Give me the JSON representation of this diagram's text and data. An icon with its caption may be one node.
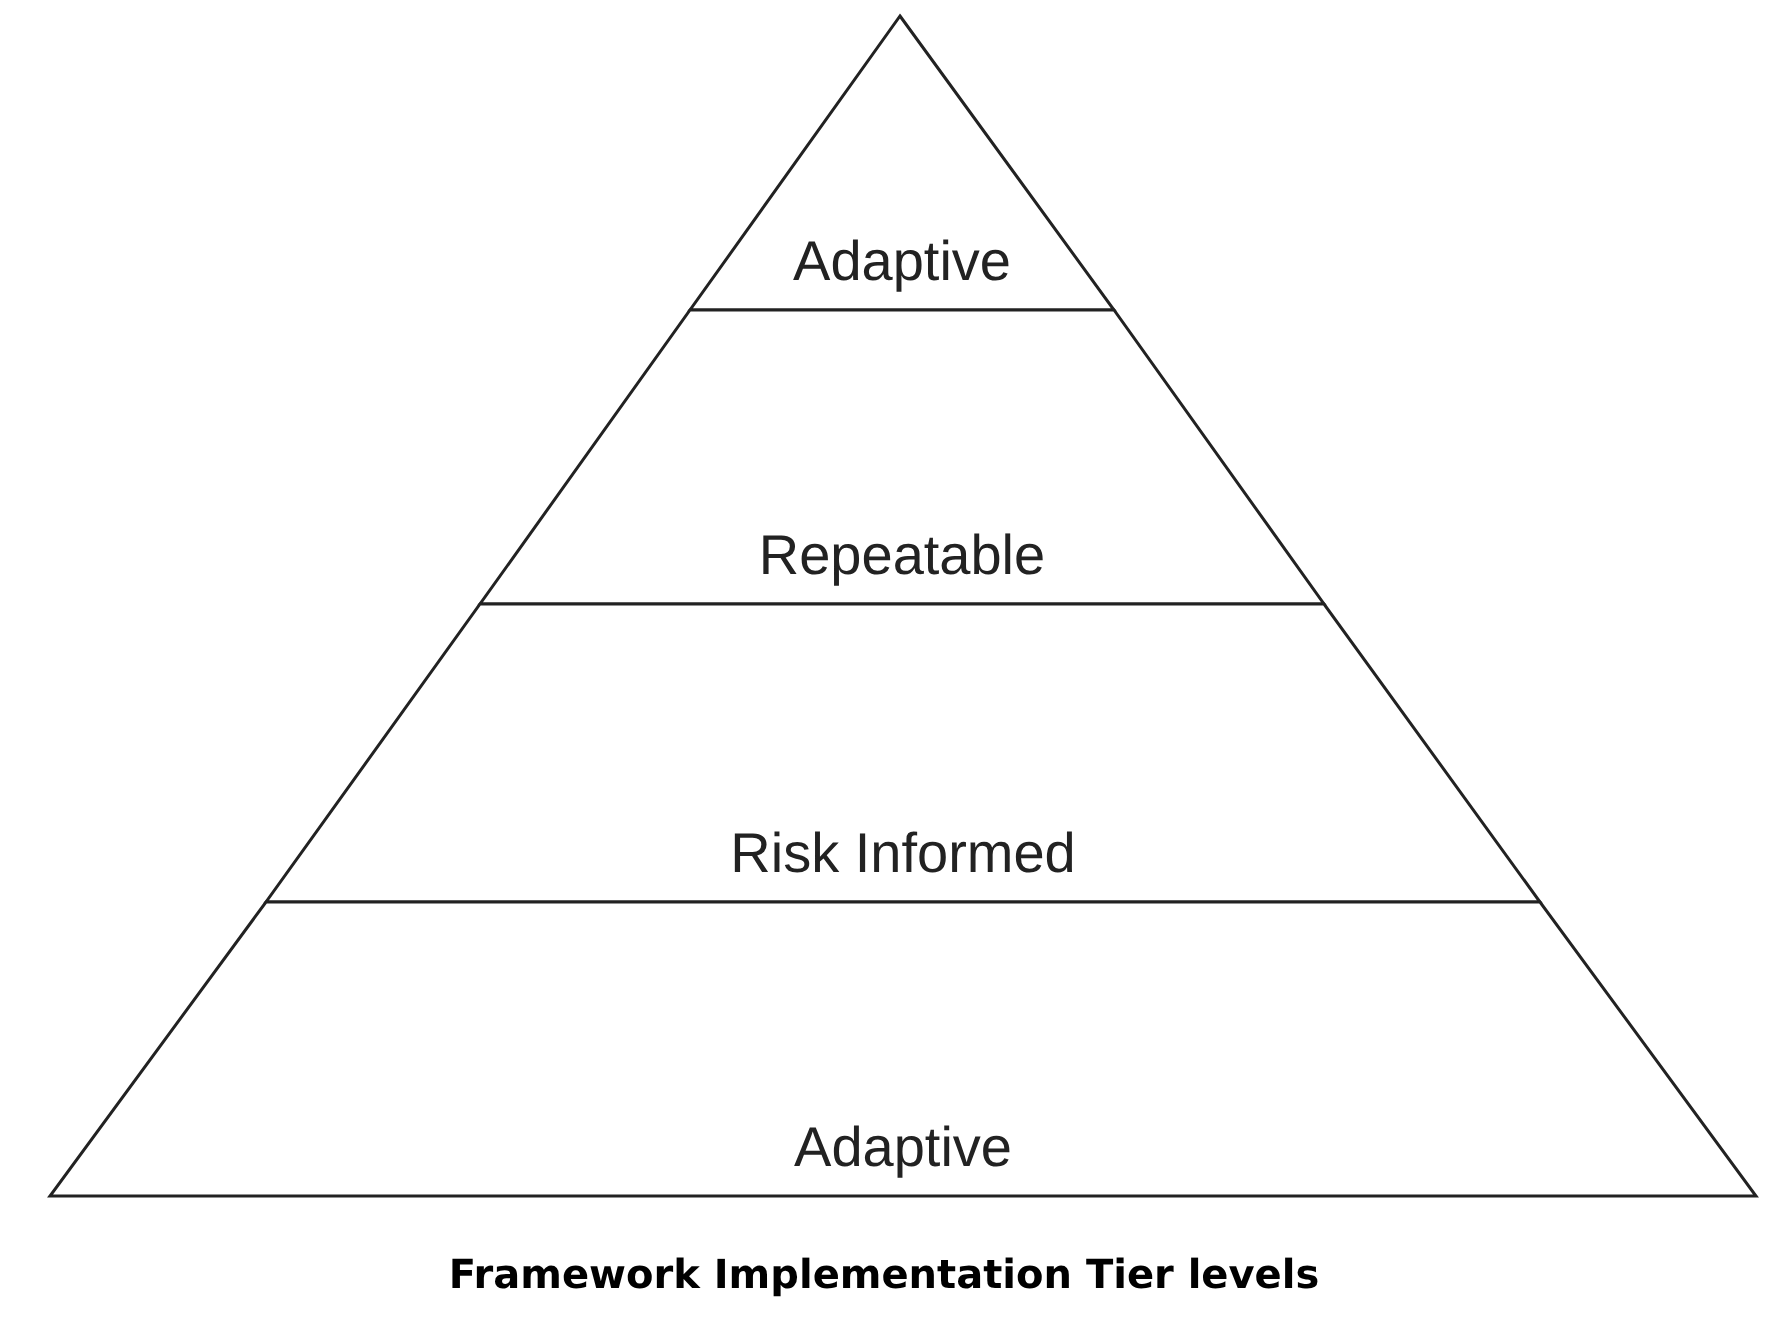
{
  "diagram": {
    "caption": "Framework Implementation Tier levels",
    "nodes": [
      {
        "text": [
          "Adaptive"
        ]
      },
      {
        "text": [
          "Repeatable"
        ]
      },
      {
        "text": [
          "Risk Informed"
        ]
      },
      {
        "text": [
          "Adaptive"
        ]
      }
    ]
  }
}
